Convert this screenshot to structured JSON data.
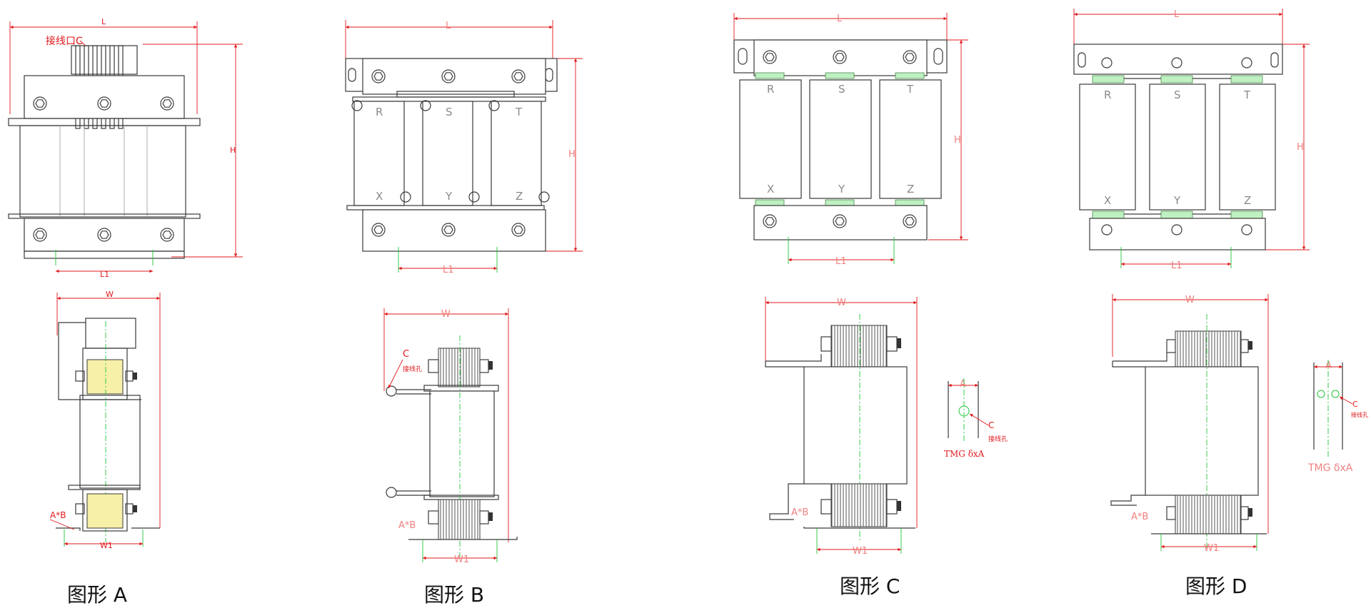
{
  "figures": [
    {
      "caption": "图形 A",
      "labels": {
        "L": "L",
        "H": "H",
        "L1": "L1",
        "W": "W",
        "W1": "W1",
        "C": "接线口C",
        "AxB": "A*B"
      }
    },
    {
      "caption": "图形 B",
      "labels": {
        "L": "L",
        "H": "H",
        "L1": "L1",
        "W": "W",
        "W1": "W1",
        "C": "C",
        "C_note": "接线孔",
        "AxB": "A*B",
        "phases": [
          "R",
          "S",
          "T",
          "X",
          "Y",
          "Z"
        ]
      }
    },
    {
      "caption": "图形 C",
      "labels": {
        "L": "L",
        "H": "H",
        "L1": "L1",
        "W": "W",
        "W1": "W1",
        "A": "A",
        "C": "C",
        "C_note": "接线孔",
        "AxB": "A*B",
        "TMG": "TMG δxA",
        "phases": [
          "R",
          "S",
          "T",
          "X",
          "Y",
          "Z"
        ]
      }
    },
    {
      "caption": "图形 D",
      "labels": {
        "L": "L",
        "H": "H",
        "L1": "L1",
        "W": "W",
        "W1": "W1",
        "A": "A",
        "C": "C",
        "C_note": "接线孔",
        "AxB": "A*B",
        "TMG": "TMG δxA",
        "phases": [
          "R",
          "S",
          "T",
          "X",
          "Y",
          "Z"
        ]
      }
    }
  ]
}
